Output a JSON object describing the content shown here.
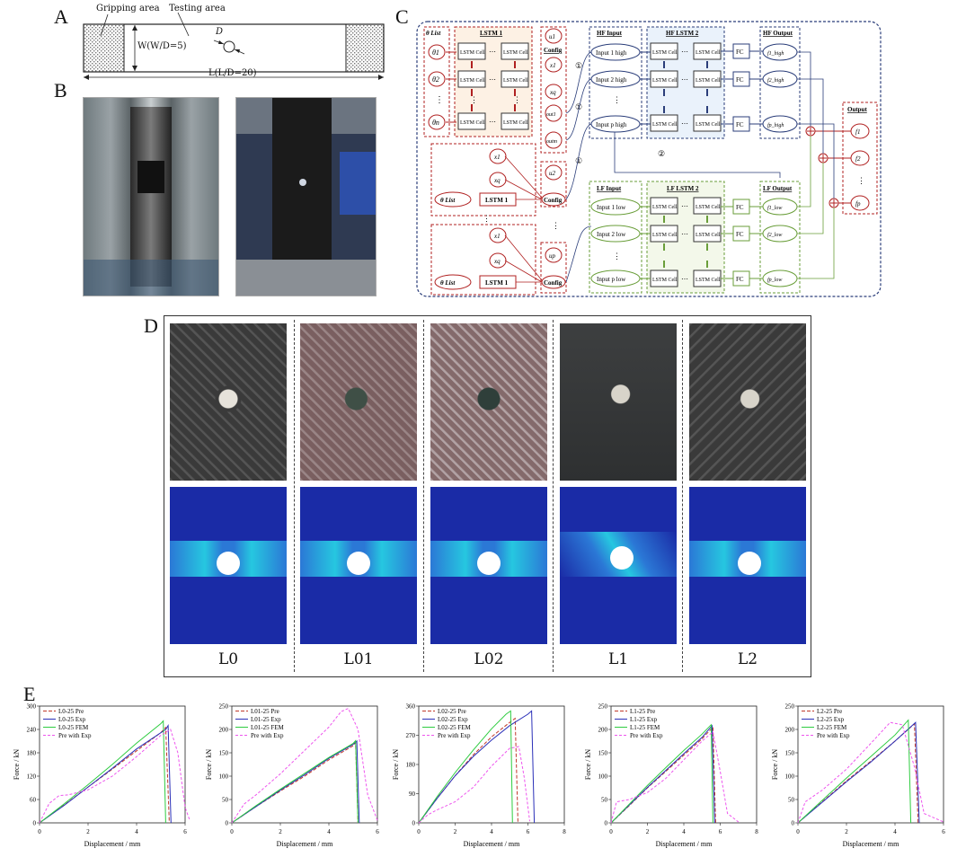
{
  "panels": {
    "a": "A",
    "b": "B",
    "c": "C",
    "d": "D",
    "e": "E"
  },
  "panel_a": {
    "gripping_area": "Gripping area",
    "testing_area": "Testing area",
    "width_label": "W(W/D=5)",
    "length_label": "L(L/D=20)",
    "d_label": "D"
  },
  "panel_c": {
    "theta_list": "θ List",
    "lstm1": "LSTM 1",
    "lstm_cell": "LSTM Cell",
    "config": "Config",
    "hf_input": "HF Input",
    "hf_lstm2": "HF LSTM 2",
    "hf_output": "HF Output",
    "lf_input": "LF Input",
    "lf_lstm2": "LF LSTM 2",
    "lf_output": "LF Output",
    "output": "Output",
    "fc": "FC",
    "theta1": "θ1",
    "theta2": "θ2",
    "thetan": "θn",
    "u1": "u1",
    "u2": "u2",
    "up": "up",
    "x1": "x1",
    "xq": "xq",
    "out1": "out1",
    "outm": "outm",
    "inputs_high": [
      "Input 1 high",
      "Input 2 high",
      "Input p high"
    ],
    "inputs_low": [
      "Input 1 low",
      "Input 2 low",
      "Input p low"
    ],
    "f_high": [
      "f1_high",
      "f2_high",
      "fp_high"
    ],
    "f_low": [
      "f1_low",
      "f2_low",
      "fp_low"
    ],
    "f_out": [
      "f1",
      "f2",
      "fp"
    ],
    "circle1": "①",
    "circle2": "②",
    "dots": "⋯",
    "vdots": "⋮"
  },
  "panel_d": {
    "labels": [
      "L0",
      "L01",
      "L02",
      "L1",
      "L2"
    ]
  },
  "chart_common": {
    "xlabel": "Displacement / mm",
    "ylabel": "Force / kN",
    "colors": {
      "pre": "#c0392b",
      "exp": "#2a2fb8",
      "fem": "#2ecc40",
      "prex": "#ee55ee"
    }
  },
  "chart_data": [
    {
      "type": "line",
      "xlabel": "Displacement / mm",
      "ylabel": "Force / kN",
      "xlim": [
        0,
        6
      ],
      "ylim": [
        0,
        300
      ],
      "xticks": [
        0,
        2,
        4,
        6
      ],
      "yticks": [
        0,
        60,
        120,
        180,
        240,
        300
      ],
      "series": [
        {
          "name": "L0-25 Pre",
          "style": "pre",
          "x": [
            0,
            1,
            2,
            3,
            4,
            5,
            5.2,
            5.35
          ],
          "y": [
            0,
            45,
            92,
            138,
            185,
            232,
            245,
            0
          ]
        },
        {
          "name": "L0-25 Exp",
          "style": "exp",
          "x": [
            0,
            1,
            2,
            3,
            4,
            5.2,
            5.3,
            5.42
          ],
          "y": [
            0,
            44,
            92,
            140,
            190,
            240,
            250,
            0
          ]
        },
        {
          "name": "L0-25 FEM",
          "style": "fem",
          "x": [
            0,
            1,
            2,
            3,
            4,
            5,
            5.1,
            5.2
          ],
          "y": [
            0,
            48,
            98,
            150,
            205,
            255,
            262,
            0
          ]
        },
        {
          "name": "Pre with Exp",
          "style": "prex",
          "x": [
            0,
            0.4,
            0.8,
            1.2,
            2,
            3,
            4,
            5,
            5.4,
            5.7,
            6,
            6.2
          ],
          "y": [
            0,
            50,
            70,
            72,
            85,
            120,
            170,
            225,
            240,
            180,
            40,
            5
          ]
        }
      ]
    },
    {
      "type": "line",
      "xlabel": "Displacement / mm",
      "ylabel": "Force / kN",
      "xlim": [
        0,
        6
      ],
      "ylim": [
        0,
        250
      ],
      "xticks": [
        0,
        2,
        4,
        6
      ],
      "yticks": [
        0,
        50,
        100,
        150,
        200,
        250
      ],
      "series": [
        {
          "name": "L01-25 Pre",
          "style": "pre",
          "x": [
            0,
            1,
            2,
            3,
            4,
            5,
            5.1,
            5.2
          ],
          "y": [
            0,
            35,
            68,
            100,
            135,
            165,
            172,
            0
          ]
        },
        {
          "name": "L01-25 Exp",
          "style": "exp",
          "x": [
            0,
            1,
            2,
            3,
            4,
            5,
            5.15,
            5.25
          ],
          "y": [
            0,
            35,
            70,
            103,
            138,
            168,
            175,
            0
          ]
        },
        {
          "name": "L01-25 FEM",
          "style": "fem",
          "x": [
            0,
            1,
            2,
            3,
            4,
            5,
            5.1,
            5.2
          ],
          "y": [
            0,
            37,
            72,
            106,
            140,
            170,
            176,
            0
          ]
        },
        {
          "name": "Pre with Exp",
          "style": "prex",
          "x": [
            0,
            0.5,
            1,
            2,
            3,
            4,
            4.5,
            4.8,
            5.2,
            5.6,
            6
          ],
          "y": [
            0,
            40,
            60,
            105,
            155,
            205,
            238,
            245,
            200,
            60,
            5
          ]
        }
      ]
    },
    {
      "type": "line",
      "xlabel": "Displacement / mm",
      "ylabel": "Force / kN",
      "xlim": [
        0,
        8
      ],
      "ylim": [
        0,
        360
      ],
      "xticks": [
        0,
        2,
        4,
        6,
        8
      ],
      "yticks": [
        0,
        90,
        180,
        270,
        360
      ],
      "series": [
        {
          "name": "L02-25 Pre",
          "style": "pre",
          "x": [
            0,
            1,
            2,
            3,
            4,
            5,
            5.3,
            5.45
          ],
          "y": [
            0,
            75,
            145,
            210,
            265,
            310,
            322,
            0
          ]
        },
        {
          "name": "L02-25 Exp",
          "style": "exp",
          "x": [
            0,
            1,
            2,
            3,
            4,
            5,
            6,
            6.2,
            6.35
          ],
          "y": [
            0,
            75,
            145,
            205,
            255,
            300,
            335,
            345,
            0
          ]
        },
        {
          "name": "L02-25 FEM",
          "style": "fem",
          "x": [
            0,
            1,
            2,
            3,
            4,
            4.8,
            5.05,
            5.15
          ],
          "y": [
            0,
            80,
            155,
            225,
            290,
            335,
            345,
            0
          ]
        },
        {
          "name": "Pre with Exp",
          "style": "prex",
          "x": [
            0,
            0.5,
            1,
            2,
            3,
            4,
            5,
            5.5,
            5.8,
            6.1
          ],
          "y": [
            0,
            25,
            40,
            65,
            110,
            175,
            230,
            235,
            140,
            5
          ]
        }
      ]
    },
    {
      "type": "line",
      "xlabel": "Displacement / mm",
      "ylabel": "Force / kN",
      "xlim": [
        0,
        8
      ],
      "ylim": [
        0,
        250
      ],
      "xticks": [
        0,
        2,
        4,
        6,
        8
      ],
      "yticks": [
        0,
        50,
        100,
        150,
        200,
        250
      ],
      "series": [
        {
          "name": "L1-25 Pre",
          "style": "pre",
          "x": [
            0,
            1,
            2,
            3,
            4,
            5,
            5.6,
            5.75
          ],
          "y": [
            0,
            37,
            75,
            110,
            145,
            180,
            205,
            0
          ]
        },
        {
          "name": "L1-25 Exp",
          "style": "exp",
          "x": [
            0,
            1,
            2,
            3,
            4,
            5,
            5.55,
            5.7
          ],
          "y": [
            0,
            38,
            76,
            112,
            148,
            183,
            208,
            0
          ]
        },
        {
          "name": "L1-25 FEM",
          "style": "fem",
          "x": [
            0,
            1,
            2,
            3,
            4,
            5,
            5.5,
            5.6
          ],
          "y": [
            0,
            40,
            80,
            118,
            155,
            190,
            210,
            0
          ]
        },
        {
          "name": "Pre with Exp",
          "style": "prex",
          "x": [
            0,
            0.3,
            1,
            2,
            3,
            4,
            5,
            5.6,
            6,
            6.4,
            7
          ],
          "y": [
            0,
            45,
            50,
            65,
            95,
            135,
            175,
            195,
            110,
            20,
            2
          ]
        }
      ]
    },
    {
      "type": "line",
      "xlabel": "Displacement / mm",
      "ylabel": "Force / kN",
      "xlim": [
        0,
        6
      ],
      "ylim": [
        0,
        250
      ],
      "xticks": [
        0,
        2,
        4,
        6
      ],
      "yticks": [
        0,
        50,
        100,
        150,
        200,
        250
      ],
      "series": [
        {
          "name": "L2-25 Pre",
          "style": "pre",
          "x": [
            0,
            1,
            2,
            3,
            4,
            4.8,
            4.95
          ],
          "y": [
            0,
            45,
            90,
            132,
            175,
            212,
            0
          ]
        },
        {
          "name": "L2-25 Exp",
          "style": "exp",
          "x": [
            0,
            1,
            2,
            3,
            4,
            4.85,
            5
          ],
          "y": [
            0,
            44,
            88,
            130,
            175,
            215,
            0
          ]
        },
        {
          "name": "L2-25 FEM",
          "style": "fem",
          "x": [
            0,
            1,
            2,
            3,
            4,
            4.55,
            4.65
          ],
          "y": [
            0,
            48,
            96,
            142,
            188,
            220,
            0
          ]
        },
        {
          "name": "Pre with Exp",
          "style": "prex",
          "x": [
            0,
            0.3,
            1,
            2,
            3,
            3.8,
            4.3,
            4.8,
            5.2,
            6
          ],
          "y": [
            0,
            45,
            70,
            115,
            170,
            215,
            210,
            120,
            20,
            2
          ]
        }
      ]
    }
  ]
}
